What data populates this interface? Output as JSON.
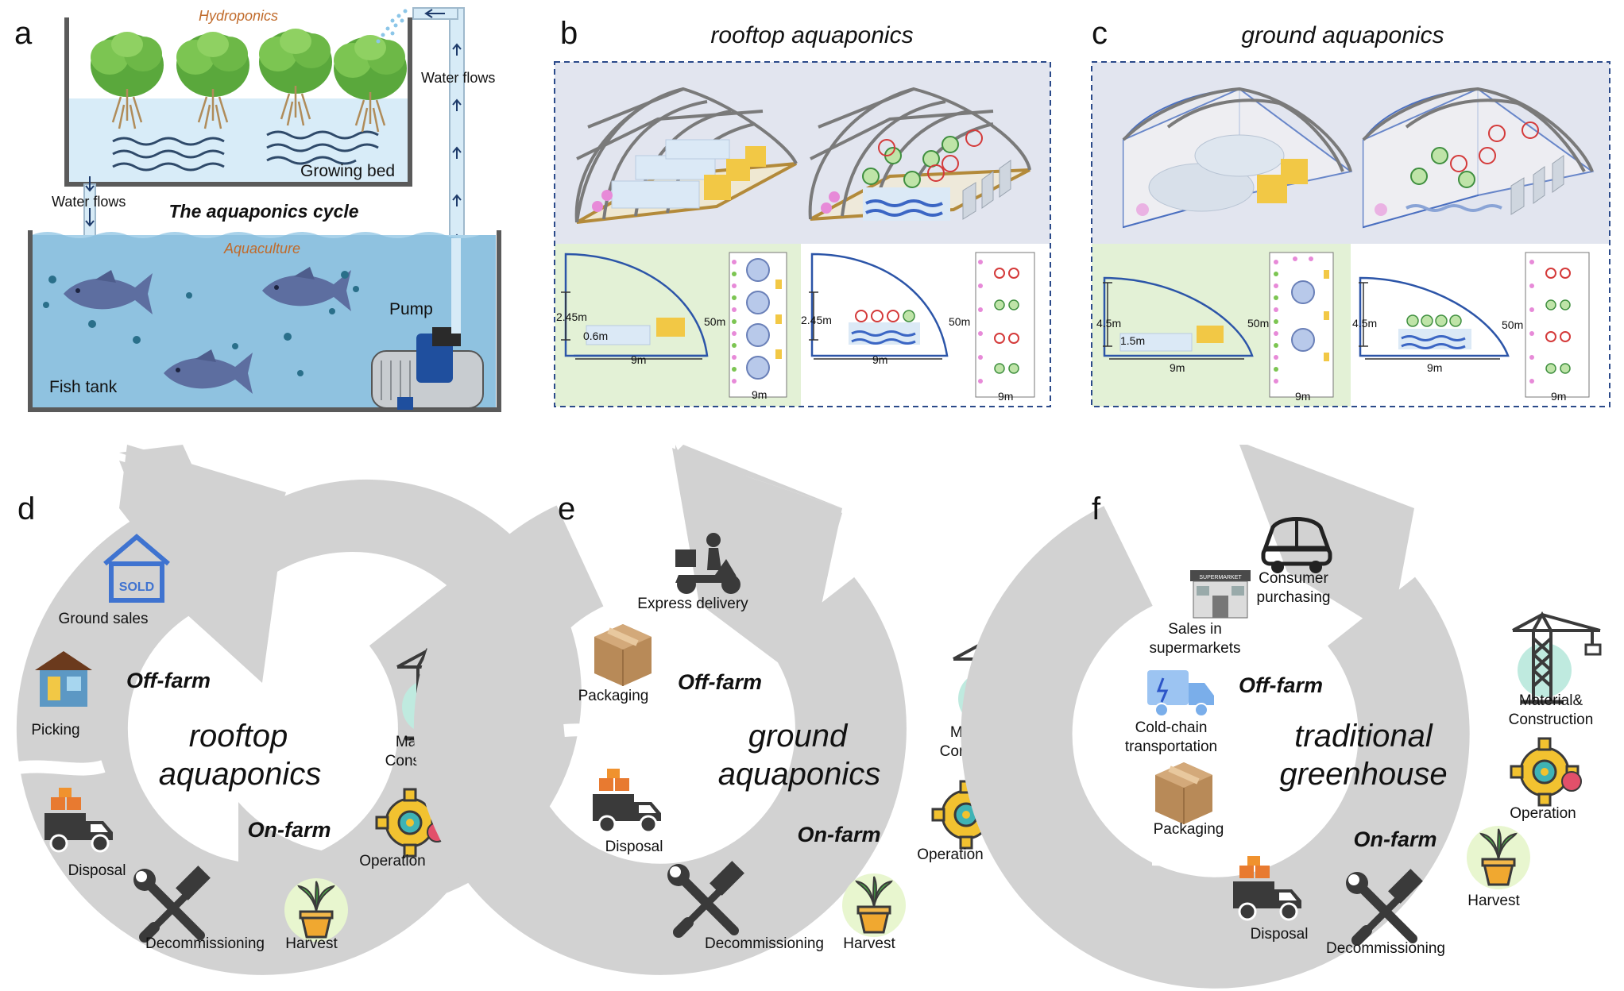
{
  "panel_a": {
    "letter": "a",
    "hydroponics": "Hydroponics",
    "growing_bed": "Growing bed",
    "water_flows_left": "Water flows",
    "water_flows_right": "Water flows",
    "cycle_title": "The aquaponics cycle",
    "aquaculture": "Aquaculture",
    "pump": "Pump",
    "fish_tank": "Fish tank"
  },
  "panel_b": {
    "letter": "b",
    "title": "rooftop aquaponics",
    "left_plan": {
      "height": "2.45m",
      "inner_height": "0.6m",
      "width": "9m",
      "length": "50m",
      "bottom_width": "9m"
    },
    "right_plan": {
      "height": "2.45m",
      "width": "9m",
      "length": "50m",
      "bottom_width": "9m"
    }
  },
  "panel_c": {
    "letter": "c",
    "title": "ground aquaponics",
    "left_plan": {
      "height": "4.5m",
      "inner_height": "1.5m",
      "width": "9m",
      "length": "50m",
      "bottom_width": "9m"
    },
    "right_plan": {
      "height": "4.5m",
      "width": "9m",
      "length": "50m",
      "bottom_width": "9m"
    }
  },
  "panel_d": {
    "letter": "d",
    "center_line1": "rooftop",
    "center_line2": "aquaponics",
    "off_farm": "Off-farm",
    "on_farm": "On-farm",
    "sold_sign": "SOLD",
    "stages": {
      "ground_sales": "Ground sales",
      "picking": "Picking",
      "material1": "Material&",
      "material2": "Construction",
      "operation": "Operation",
      "harvest": "Harvest",
      "decommissioning": "Decommissioning",
      "disposal": "Disposal"
    }
  },
  "panel_e": {
    "letter": "e",
    "center_line1": "ground",
    "center_line2": "aquaponics",
    "off_farm": "Off-farm",
    "on_farm": "On-farm",
    "stages": {
      "express": "Express delivery",
      "packaging": "Packaging",
      "material1": "Material&",
      "material2": "Construction",
      "operation": "Operation",
      "harvest": "Harvest",
      "decommissioning": "Decommissioning",
      "disposal": "Disposal"
    }
  },
  "panel_f": {
    "letter": "f",
    "center_line1": "traditional",
    "center_line2": "greenhouse",
    "off_farm": "Off-farm",
    "on_farm": "On-farm",
    "store_sign": "SUPERMARKET",
    "stages": {
      "consumer1": "Consumer",
      "consumer2": "purchasing",
      "sales1": "Sales in",
      "sales2": "supermarkets",
      "coldchain1": "Cold-chain",
      "coldchain2": "transportation",
      "packaging": "Packaging",
      "material1": "Material&",
      "material2": "Construction",
      "operation": "Operation",
      "harvest": "Harvest",
      "decommissioning": "Decommissioning",
      "disposal": "Disposal"
    }
  },
  "colors": {
    "cycle_gray": "#d2d2d2",
    "water": "#9fcbe6",
    "bed_water": "#d8ecf8",
    "plan_green": "#e3f1d6",
    "panel_bg": "#e2e5ef",
    "dash_border": "#2b4a8a",
    "orange_label": "#c06a2a"
  }
}
